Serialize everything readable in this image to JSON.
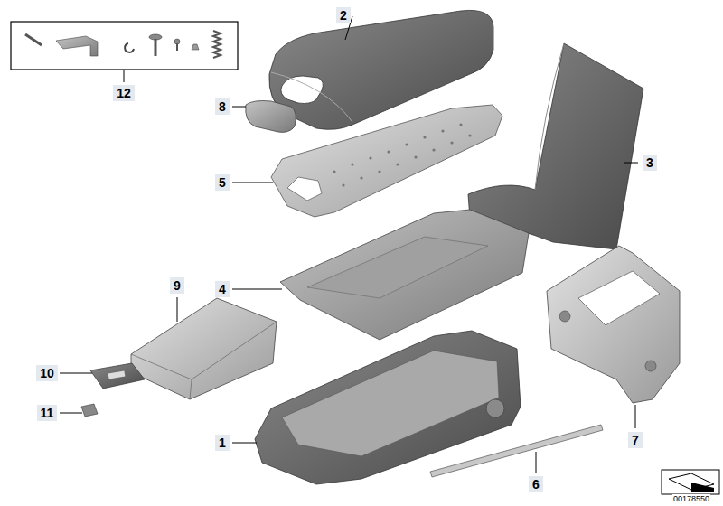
{
  "diagram": {
    "labels": [
      "12",
      "2",
      "8",
      "5",
      "3",
      "9",
      "4",
      "10",
      "11",
      "1",
      "7",
      "6",
      "00178550"
    ]
  }
}
